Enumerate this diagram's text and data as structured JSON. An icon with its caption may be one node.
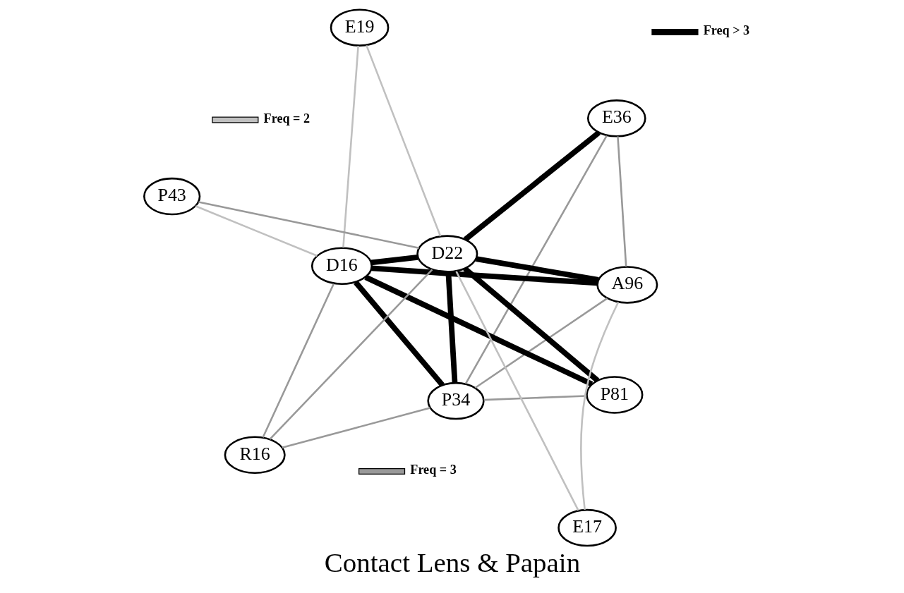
{
  "diagram": {
    "title": "Contact Lens & Papain",
    "nodes": [
      {
        "text": [
          "P34"
        ]
      },
      {
        "text": [
          "D16"
        ]
      },
      {
        "text": [
          "R16"
        ]
      },
      {
        "text": [
          "E19"
        ]
      },
      {
        "text": [
          "D22"
        ]
      },
      {
        "text": [
          "E36"
        ]
      },
      {
        "text": [
          "P43"
        ]
      },
      {
        "text": [
          "A96"
        ]
      },
      {
        "text": [
          "E17"
        ]
      },
      {
        "text": [
          "P81"
        ]
      }
    ],
    "edges": [
      {
        "from": 0,
        "to": 2,
        "arrow": "none",
        "color": "#999999"
      },
      {
        "from": 0,
        "to": 5,
        "arrow": "none",
        "color": "#999999"
      },
      {
        "from": 0,
        "to": 1,
        "arrow": "none",
        "style": "thick",
        "color": "#000000"
      },
      {
        "from": 0,
        "to": 4,
        "arrow": "none",
        "style": "thick",
        "color": "#000000"
      },
      {
        "from": 0,
        "to": 7,
        "arrow": "none",
        "color": "#999999"
      },
      {
        "from": 0,
        "to": 9,
        "arrow": "none",
        "color": "#999999"
      },
      {
        "from": 3,
        "to": 1,
        "arrow": "none",
        "color": "#c0c0c0"
      },
      {
        "from": 3,
        "to": 4,
        "arrow": "none",
        "color": "#c0c0c0"
      },
      {
        "from": 6,
        "to": 1,
        "arrow": "none",
        "color": "#c0c0c0"
      },
      {
        "from": 6,
        "to": 4,
        "arrow": "none",
        "color": "#999999"
      },
      {
        "from": 1,
        "to": 2,
        "arrow": "none",
        "color": "#999999"
      },
      {
        "from": 1,
        "to": 7,
        "arrow": "none",
        "style": "thick",
        "color": "#000000"
      },
      {
        "from": 1,
        "to": 4,
        "arrow": "none",
        "style": "thick",
        "color": "#000000"
      },
      {
        "from": 1,
        "to": 9,
        "arrow": "none",
        "style": "thick",
        "color": "#000000"
      },
      {
        "from": 4,
        "to": 2,
        "arrow": "none",
        "color": "#999999"
      },
      {
        "from": 4,
        "to": 5,
        "arrow": "none",
        "style": "thick",
        "color": "#000000"
      },
      {
        "from": 4,
        "to": 7,
        "arrow": "none",
        "style": "thick",
        "color": "#000000"
      },
      {
        "from": 4,
        "to": 9,
        "arrow": "none",
        "style": "thick",
        "color": "#000000"
      },
      {
        "from": 4,
        "to": 8,
        "arrow": "none",
        "color": "#c0c0c0"
      },
      {
        "from": 7,
        "to": 5,
        "arrow": "none",
        "color": "#999999"
      },
      {
        "from": 7,
        "to": 8,
        "arrow": "none",
        "color": "#c0c0c0"
      }
    ],
    "legend": [
      {
        "text": "Freq = 2"
      },
      {
        "text": "Freq = 3"
      },
      {
        "text": "Freq > 3"
      }
    ]
  }
}
